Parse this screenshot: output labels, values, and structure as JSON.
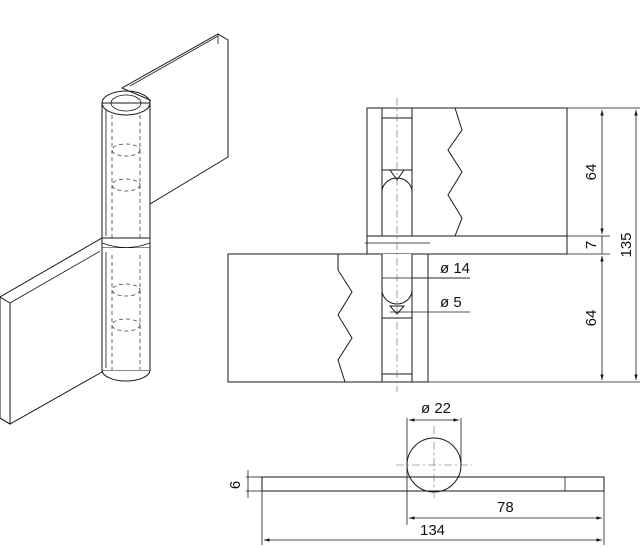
{
  "drawing": {
    "dim_total_height": "135",
    "dim_upper_leaf": "64",
    "dim_lower_leaf": "64",
    "dim_gap": "7",
    "dim_knuckle_dia": "ø 14",
    "dim_pin_dia": "ø 5",
    "dim_barrel_dia": "ø 22",
    "dim_thickness": "6",
    "dim_leaf_width": "78",
    "dim_overall_width": "134"
  }
}
